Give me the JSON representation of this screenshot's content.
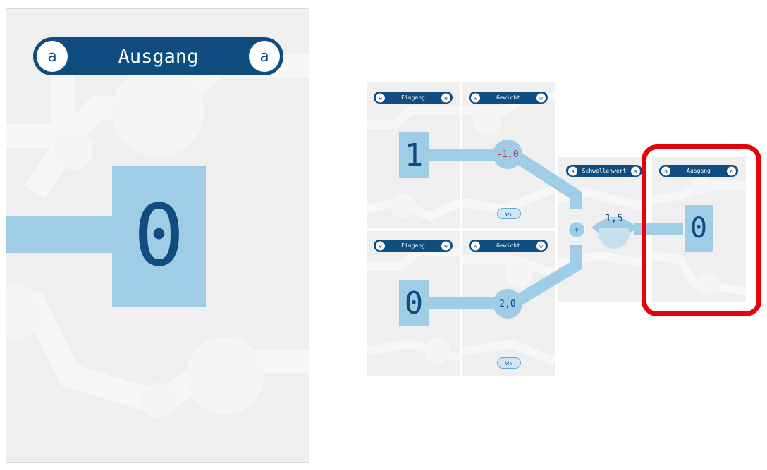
{
  "colors": {
    "navy": "#0f4c7f",
    "wire": "#9ecde5",
    "card": "#efefef",
    "highlight": "#e8000b",
    "negative": "#c0334a"
  },
  "large_card": {
    "title": "Ausgang",
    "badge_left": "a",
    "badge_right": "a",
    "value": "0"
  },
  "input_1": {
    "title": "Eingang",
    "badge_left": "e",
    "badge_right": "e",
    "value": "1"
  },
  "weight_1": {
    "title": "Gewicht",
    "badge_left": "w",
    "badge_right": "w",
    "value": "-1,0",
    "tag": "w₁"
  },
  "input_2": {
    "title": "Eingang",
    "badge_left": "e",
    "badge_right": "e",
    "value": "0"
  },
  "weight_2": {
    "title": "Gewicht",
    "badge_left": "w",
    "badge_right": "w",
    "value": "2,0",
    "tag": "w₂"
  },
  "threshold": {
    "title": "Schwellenwert",
    "badge_left": "s",
    "badge_right": "s",
    "value": "1,5",
    "sum_symbol": "+"
  },
  "output": {
    "title": "Ausgang",
    "badge_left": "a",
    "badge_right": "a",
    "value": "0"
  }
}
